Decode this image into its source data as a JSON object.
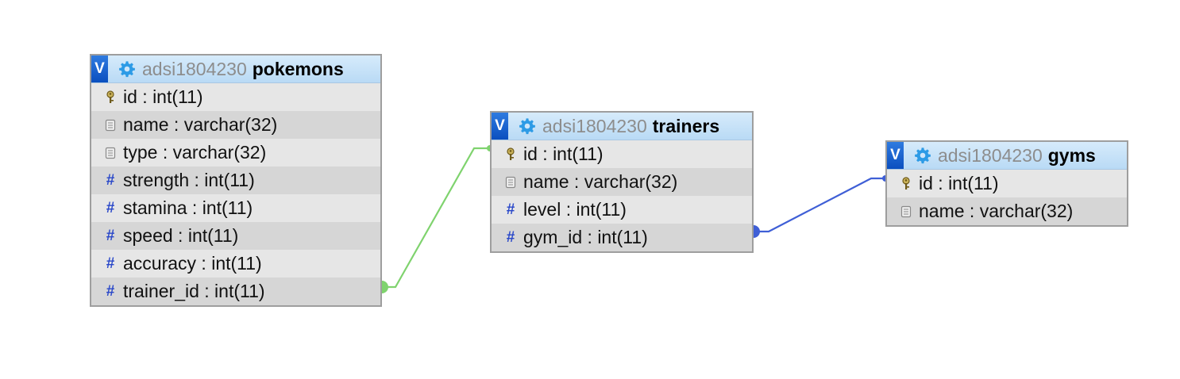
{
  "colors": {
    "header_bg": "#c5e1f8",
    "toggle_bg": "#1a5fd0",
    "db_text": "#8d8d8d",
    "rel_pokemons_trainers": "#7fd36e",
    "rel_trainers_gyms": "#3f5fd6"
  },
  "tables": {
    "pokemons": {
      "toggle_label": "V",
      "gear_icon": "gear-icon",
      "db": "adsi1804230",
      "name": "pokemons",
      "columns": [
        {
          "text": "id : int(11)",
          "icon": "key-icon"
        },
        {
          "text": "name : varchar(32)",
          "icon": "text-field-icon"
        },
        {
          "text": "type : varchar(32)",
          "icon": "text-field-icon"
        },
        {
          "text": "strength : int(11)",
          "icon": "hash-icon"
        },
        {
          "text": "stamina : int(11)",
          "icon": "hash-icon"
        },
        {
          "text": "speed : int(11)",
          "icon": "hash-icon"
        },
        {
          "text": "accuracy : int(11)",
          "icon": "hash-icon"
        },
        {
          "text": "trainer_id : int(11)",
          "icon": "hash-icon"
        }
      ]
    },
    "trainers": {
      "toggle_label": "V",
      "gear_icon": "gear-icon",
      "db": "adsi1804230",
      "name": "trainers",
      "columns": [
        {
          "text": "id : int(11)",
          "icon": "key-icon"
        },
        {
          "text": "name : varchar(32)",
          "icon": "text-field-icon"
        },
        {
          "text": "level : int(11)",
          "icon": "hash-icon"
        },
        {
          "text": "gym_id : int(11)",
          "icon": "hash-icon"
        }
      ]
    },
    "gyms": {
      "toggle_label": "V",
      "gear_icon": "gear-icon",
      "db": "adsi1804230",
      "name": "gyms",
      "columns": [
        {
          "text": "id : int(11)",
          "icon": "key-icon"
        },
        {
          "text": "name : varchar(32)",
          "icon": "text-field-icon"
        }
      ]
    }
  },
  "relations": [
    {
      "from": "pokemons.trainer_id",
      "to": "trainers.id",
      "color": "#7fd36e"
    },
    {
      "from": "trainers.gym_id",
      "to": "gyms.id",
      "color": "#3f5fd6"
    }
  ]
}
